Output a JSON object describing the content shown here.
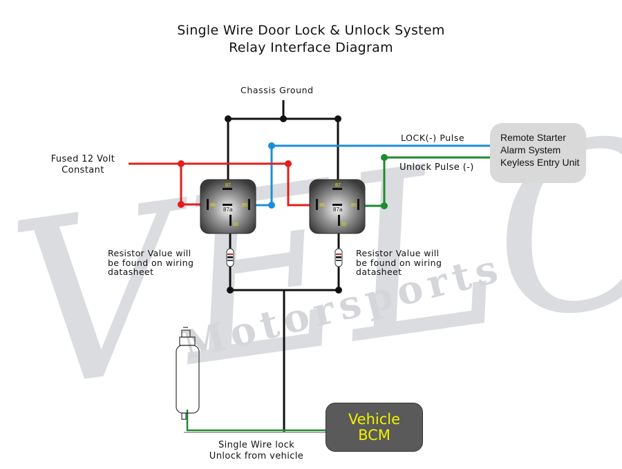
{
  "title": {
    "line1": "Single Wire Door Lock & Unlock System",
    "line2": "Relay Interface Diagram"
  },
  "labels": {
    "chassis_ground": "Chassis Ground",
    "fused_12v_line1": "Fused 12 Volt",
    "fused_12v_line2": "Constant",
    "lock_pulse": "LOCK(-) Pulse",
    "unlock_pulse": "Unlock Pulse (-)",
    "single_wire_line1": "Single Wire lock",
    "single_wire_line2": "Unlock from vehicle"
  },
  "resistor_notes": [
    {
      "line1": "Resistor Value will",
      "line2": "be found on wiring",
      "line3": "datasheet"
    },
    {
      "line1": "Resistor Value will",
      "line2": "be found on wiring",
      "line3": "datasheet"
    }
  ],
  "remote_unit": {
    "line1": "Remote Starter",
    "line2": "Alarm System",
    "line3": "Keyless Entry Unit"
  },
  "bcm": {
    "line1": "Vehicle",
    "line2": "BCM"
  },
  "relays": [
    {
      "name": "lock-relay",
      "pins": {
        "p87": "87",
        "p86": "86",
        "p85": "85",
        "p87a": "87a",
        "p30": "30"
      }
    },
    {
      "name": "unlock-relay",
      "pins": {
        "p87": "87",
        "p86": "86",
        "p85": "85",
        "p87a": "87a",
        "p30": "30"
      }
    }
  ],
  "watermark": {
    "main": "VELOCITY",
    "sub": "Motorsports"
  },
  "colors": {
    "power_wire": "#e01e1e",
    "lock_wire": "#1a8fd8",
    "unlock_wire": "#1e8a2e",
    "ground_wire": "#111111",
    "pin_label": "#e8e000",
    "bcm_text": "#f2f200"
  }
}
